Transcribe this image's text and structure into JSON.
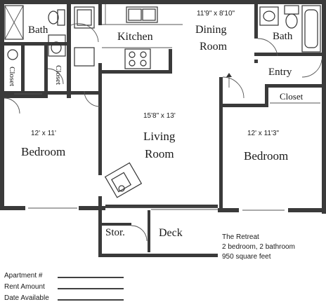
{
  "rooms": {
    "bath_left": "Bath",
    "closet_left_1": "Closet",
    "closet_left_2": "Closet",
    "kitchen": "Kitchen",
    "dining_dims": "11'9\" x 8'10\"",
    "dining_line1": "Dining",
    "dining_line2": "Room",
    "bath_right": "Bath",
    "entry": "Entry",
    "closet_right": "Closet",
    "bedroom_left_dims": "12' x 11'",
    "bedroom_left": "Bedroom",
    "living_dims": "15'8\" x 13'",
    "living_line1": "Living",
    "living_line2": "Room",
    "bedroom_right_dims": "12' x 11'3\"",
    "bedroom_right": "Bedroom",
    "storage": "Stor.",
    "deck": "Deck"
  },
  "info": {
    "name": "The Retreat",
    "layout": "2 bedroom, 2 bathroom",
    "area": "950 square feet"
  },
  "form": {
    "apartment_label": "Apartment #",
    "rent_label": "Rent Amount",
    "date_label": "Date Available"
  }
}
